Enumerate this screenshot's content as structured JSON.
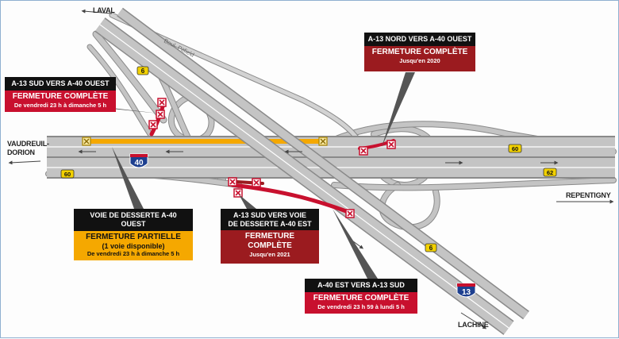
{
  "places": {
    "laval": "LAVAL",
    "vaudreuil_1": "VAUDREUIL-",
    "vaudreuil_2": "DORION",
    "repentigny": "REPENTIGNY",
    "lachine": "LACHINE",
    "boul_pitfield": "Boul. Pitfield"
  },
  "closures": {
    "a13_sud_a40_ouest": {
      "title": "A-13 SUD VERS A-40 OUEST",
      "status": "FERMETURE COMPLÈTE",
      "period": "De vendredi 23 h à dimanche 5 h"
    },
    "a13_nord_a40_ouest": {
      "title": "A-13 NORD VERS A-40 OUEST",
      "status": "FERMETURE COMPLÈTE",
      "period": "Jusqu'en 2020"
    },
    "voie_desserte_a40_ouest": {
      "title": "VOIE DE DESSERTE A-40 OUEST",
      "status": "FERMETURE PARTIELLE",
      "detail": "(1 voie disponible)",
      "period": "De vendredi 23 h à dimanche 5 h"
    },
    "a13_sud_desserte_a40_est": {
      "title_1": "A-13 SUD VERS VOIE",
      "title_2": "DE DESSERTE A-40 EST",
      "status": "FERMETURE COMPLÈTE",
      "period": "Jusqu'en 2021"
    },
    "a40_est_a13_sud": {
      "title": "A-40 EST VERS A-13 SUD",
      "status": "FERMETURE COMPLÈTE",
      "period": "De vendredi 23 h 59 à lundi 5 h"
    }
  },
  "shields": {
    "interstate_40": "40",
    "interstate_13": "13",
    "route_6": "6",
    "route_60": "60",
    "route_62": "62"
  },
  "colors": {
    "road": "#c4c4c4",
    "road_edge": "#8a8a8a",
    "closure_red": "#c8102e",
    "closure_dark": "#9b1b1f",
    "partial_yellow": "#f5a800",
    "shield_blue": "#1d3f8f"
  }
}
